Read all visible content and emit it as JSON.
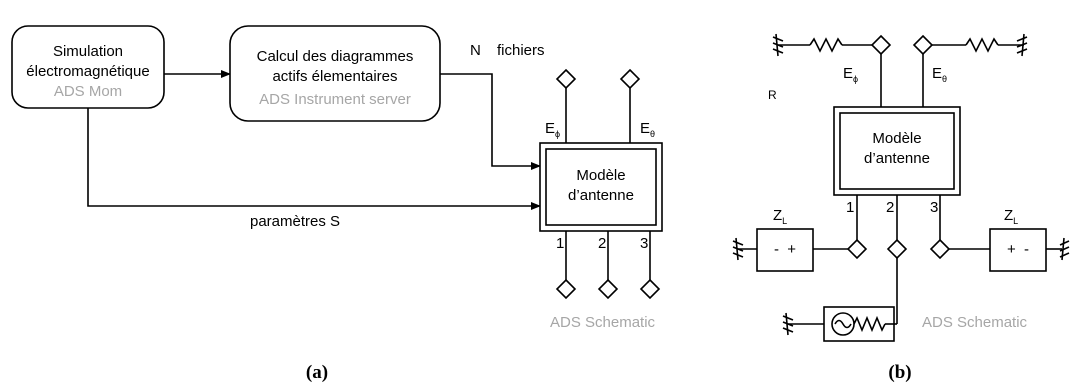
{
  "panel_a": {
    "box_sim": {
      "line1": "Simulation",
      "line2": "électromagnétique",
      "tool": "ADS Mom"
    },
    "box_calc": {
      "line1": "Calcul des diagrammes",
      "line2": "actifs élementaires",
      "tool": "ADS Instrument server"
    },
    "n_label": "N",
    "files_label": "fichiers",
    "model": {
      "line1": "Modèle",
      "line2": "d’antenne"
    },
    "e_phi": "E",
    "e_phi_sub": "ϕ",
    "e_theta": "E",
    "e_theta_sub": "θ",
    "port_1": "1",
    "port_2": "2",
    "port_3": "3",
    "params_label": "paramètres S",
    "tool_label": "ADS Schematic",
    "caption": "(a)"
  },
  "panel_b": {
    "e_phi": "E",
    "e_phi_sub": "ϕ",
    "e_theta": "E",
    "e_theta_sub": "θ",
    "r_label": "R",
    "model": {
      "line1": "Modèle",
      "line2": "d’antenne"
    },
    "port_1": "1",
    "port_2": "2",
    "port_3": "3",
    "zl_left": "Z",
    "zl_left_sub": "L",
    "zl_right": "Z",
    "zl_right_sub": "L",
    "src_left_signs": "-  +",
    "src_right_signs": "+  -",
    "tool_label": "ADS Schematic",
    "caption": "(b)"
  }
}
